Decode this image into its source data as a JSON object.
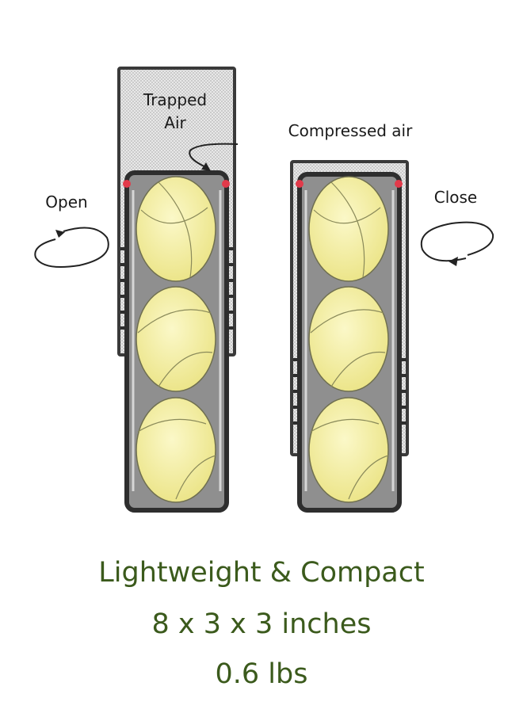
{
  "labels": {
    "trapped_air_line1": "Trapped",
    "trapped_air_line2": "Air",
    "compressed_air": "Compressed air",
    "open": "Open",
    "close": "Close"
  },
  "caption": {
    "line1": "Lightweight & Compact",
    "line2": "8 x 3 x 3 inches",
    "line3": "0.6 lbs"
  },
  "colors": {
    "ball_fill": "#f5f1a6",
    "ball_line": "#8a8a5a",
    "tube_fill": "#8f8f8f",
    "tube_outline": "#2e2e2e",
    "cap_mesh": "#d9d9d9",
    "seal_dot": "#e23a4a",
    "caption_text": "#3b5a1c"
  }
}
